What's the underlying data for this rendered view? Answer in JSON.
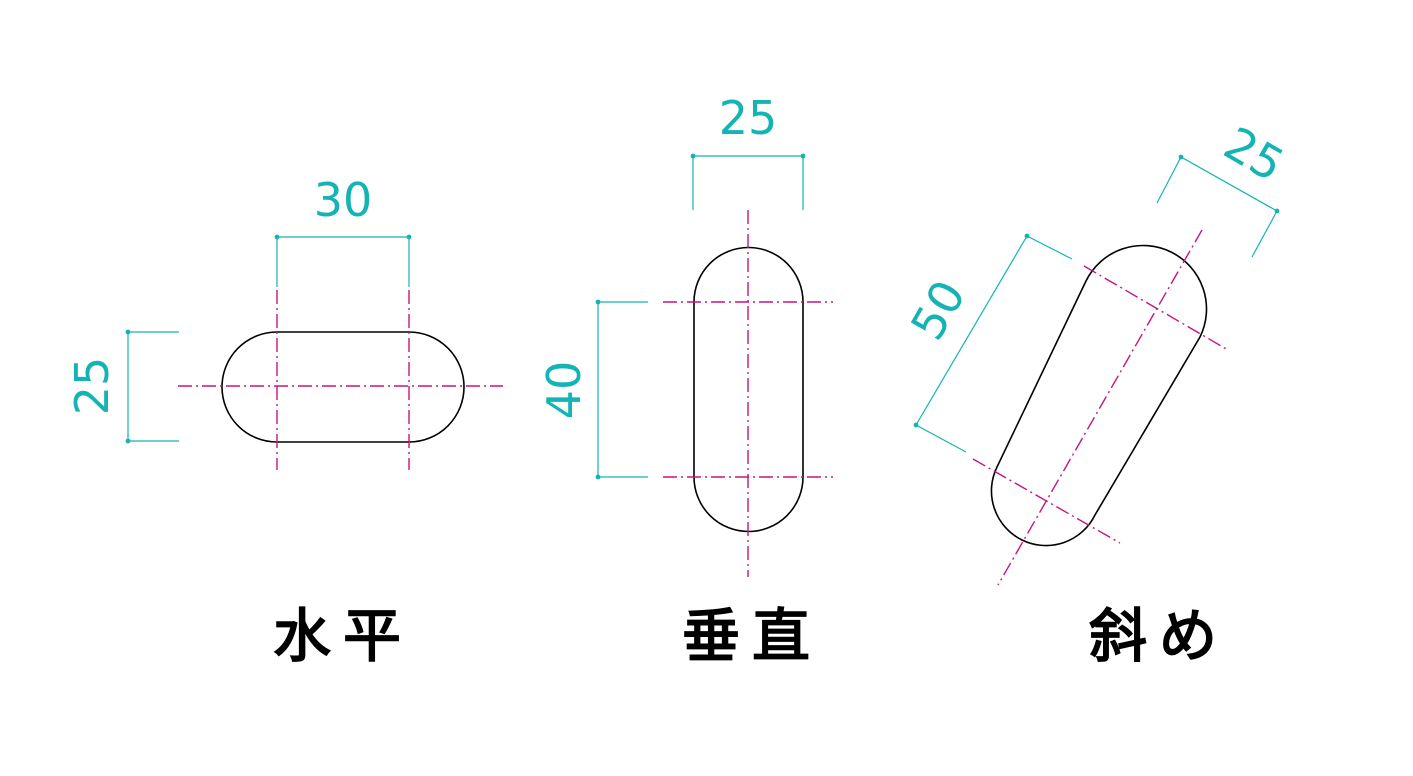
{
  "colors": {
    "outline": "#000000",
    "centerline": "#c8147c",
    "dimension": "#14b4b4",
    "title": "#000000"
  },
  "horizontal": {
    "title": "水平",
    "dim_length": "30",
    "dim_width": "25"
  },
  "vertical": {
    "title": "垂直",
    "dim_width": "25",
    "dim_length": "40"
  },
  "diagonal": {
    "title": "斜め",
    "dim_width": "25",
    "dim_length": "50"
  }
}
